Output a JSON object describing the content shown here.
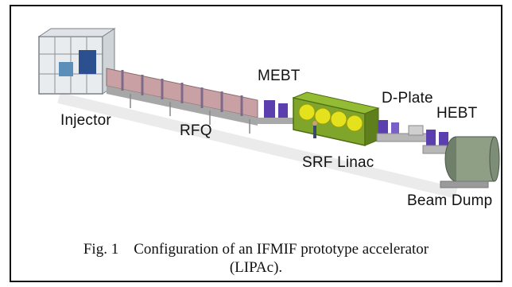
{
  "figure": {
    "labels": {
      "injector": "Injector",
      "rfq": "RFQ",
      "mebt": "MEBT",
      "srf_linac": "SRF Linac",
      "d_plate": "D-Plate",
      "hebt": "HEBT",
      "beam_dump": "Beam Dump"
    },
    "caption": {
      "line1": "Fig. 1    Configuration of an IFMIF prototype accelerator",
      "line2": "(LIPAc)."
    },
    "colors": {
      "srf_cryomodule": "#7fa52a",
      "srf_cavities": "#e4e21c",
      "beam_dump_tank": "#8e9f86",
      "magnets": "#5b3fae",
      "rfq_tanks": "#c9a1a4",
      "support_frames": "#b7b7b7"
    }
  }
}
